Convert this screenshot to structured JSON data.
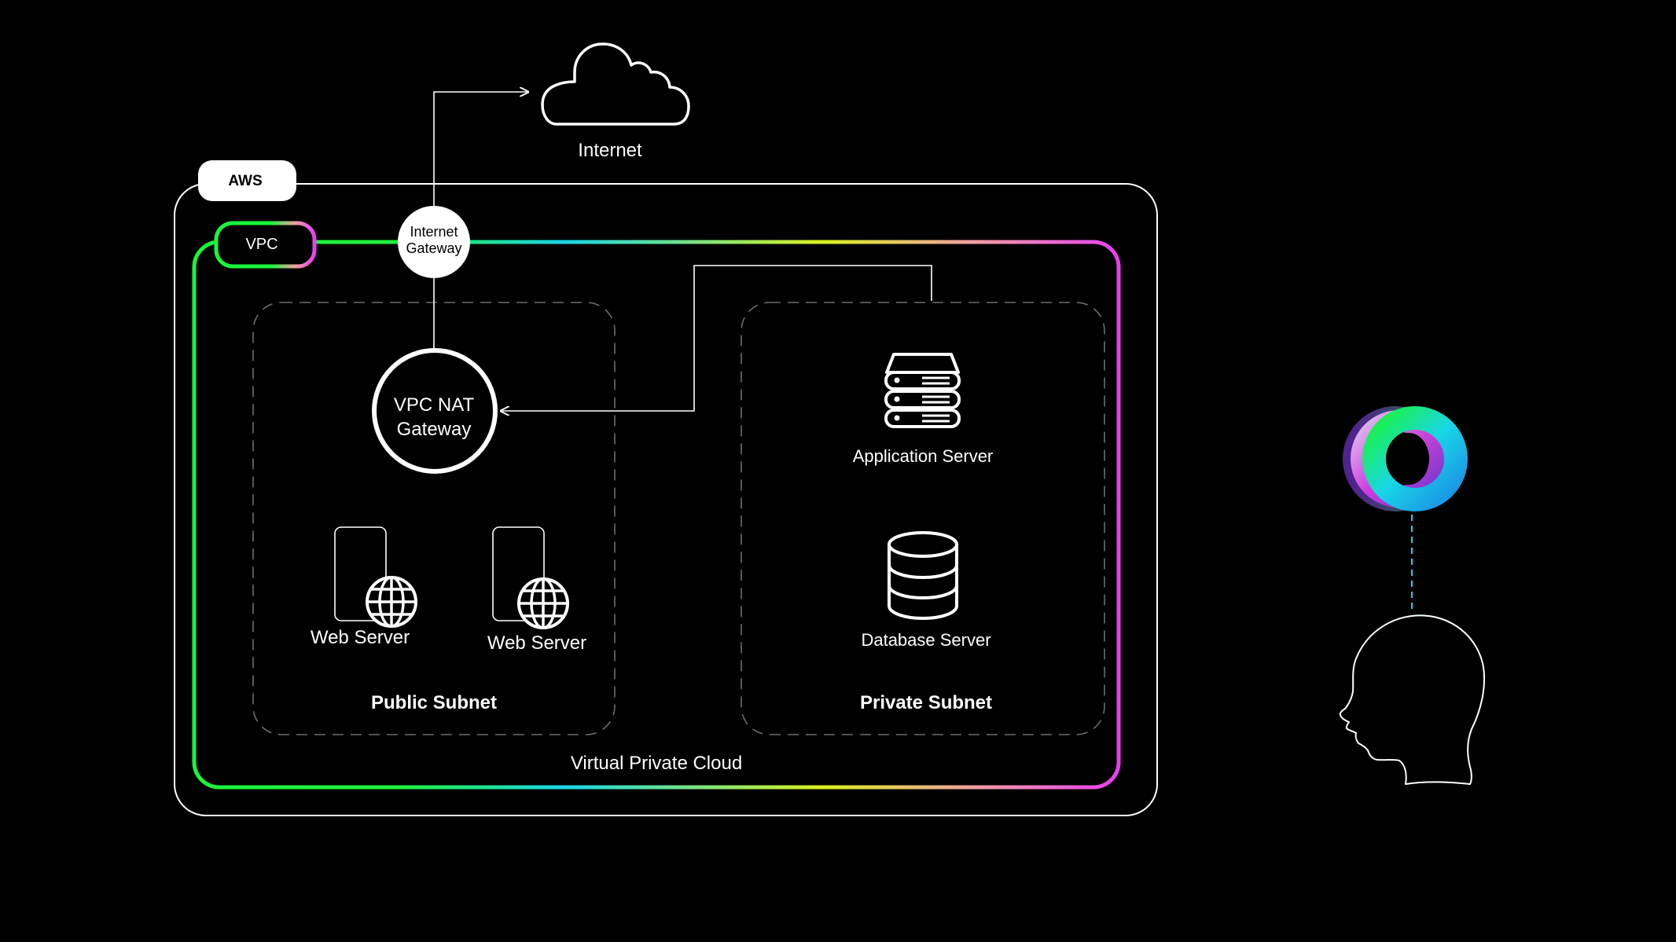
{
  "diagram": {
    "internet_label": "Internet",
    "aws_label": "AWS",
    "vpc_tag": "VPC",
    "internet_gateway_line1": "Internet",
    "internet_gateway_line2": "Gateway",
    "nat_gateway_line1": "VPC NAT",
    "nat_gateway_line2": "Gateway",
    "web_server_1": "Web Server",
    "web_server_2": "Web Server",
    "public_subnet": "Public Subnet",
    "application_server": "Application Server",
    "database_server": "Database Server",
    "private_subnet": "Private Subnet",
    "vpc_caption": "Virtual Private Cloud"
  },
  "colors": {
    "background": "#000000",
    "foreground": "#ffffff",
    "gradient_green": "#19f53c",
    "gradient_cyan": "#19d6e6",
    "gradient_yellow": "#d8f01e",
    "gradient_magenta": "#e83ff0",
    "subnet_dash": "#6e6e6e"
  },
  "icons": {
    "internet": "cloud-icon",
    "web_server": "web-server-globe-icon",
    "application_server": "server-rack-icon",
    "database_server": "database-icon",
    "external_tool": "ring-logo-icon",
    "user": "user-head-icon"
  }
}
